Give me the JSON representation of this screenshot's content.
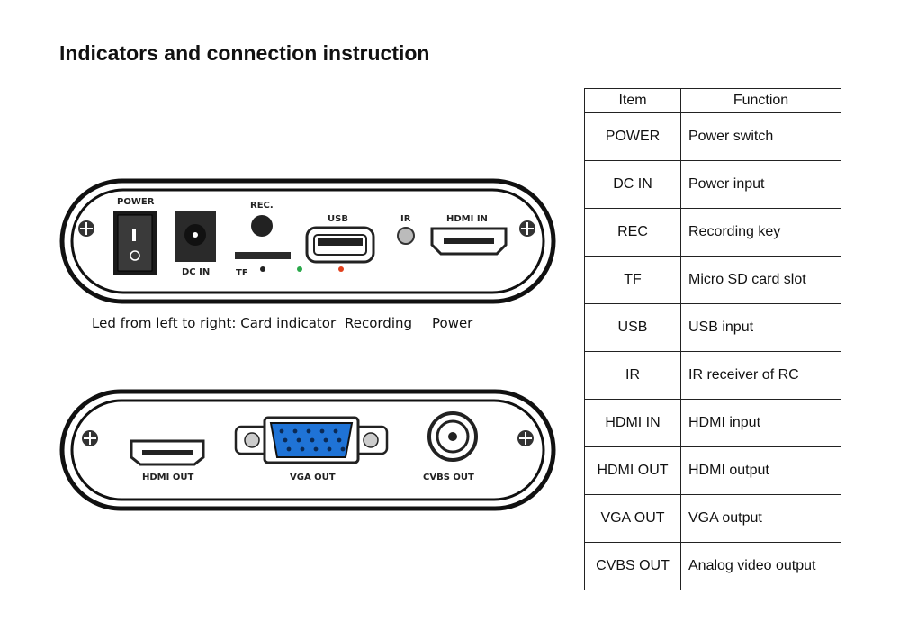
{
  "title": "Indicators and connection instruction",
  "front_panel": {
    "labels": {
      "power": "POWER",
      "dc_in": "DC IN",
      "rec": "REC.",
      "tf": "TF",
      "usb": "USB",
      "ir": "IR",
      "hdmi_in": "HDMI IN"
    },
    "led_colors": {
      "card": "#222222",
      "recording": "#2aa84a",
      "power": "#e2401c"
    }
  },
  "led_caption": {
    "prefix": "Led from left to right: Card indicator",
    "recording": "Recording",
    "power": "Power"
  },
  "back_panel": {
    "labels": {
      "hdmi_out": "HDMI OUT",
      "vga_out": "VGA OUT",
      "cvbs_out": "CVBS OUT"
    },
    "vga_color": "#1f73d6"
  },
  "table": {
    "headers": {
      "item": "Item",
      "function": "Function"
    },
    "rows": [
      {
        "item": "POWER",
        "function": "Power switch"
      },
      {
        "item": "DC IN",
        "function": "Power input"
      },
      {
        "item": "REC",
        "function": "Recording key"
      },
      {
        "item": "TF",
        "function": "Micro SD card slot"
      },
      {
        "item": "USB",
        "function": "USB input"
      },
      {
        "item": "IR",
        "function": "IR receiver of RC"
      },
      {
        "item": "HDMI IN",
        "function": "HDMI input"
      },
      {
        "item": "HDMI OUT",
        "function": "HDMI output"
      },
      {
        "item": "VGA OUT",
        "function": "VGA output"
      },
      {
        "item": "CVBS OUT",
        "function": "Analog video output"
      }
    ]
  }
}
